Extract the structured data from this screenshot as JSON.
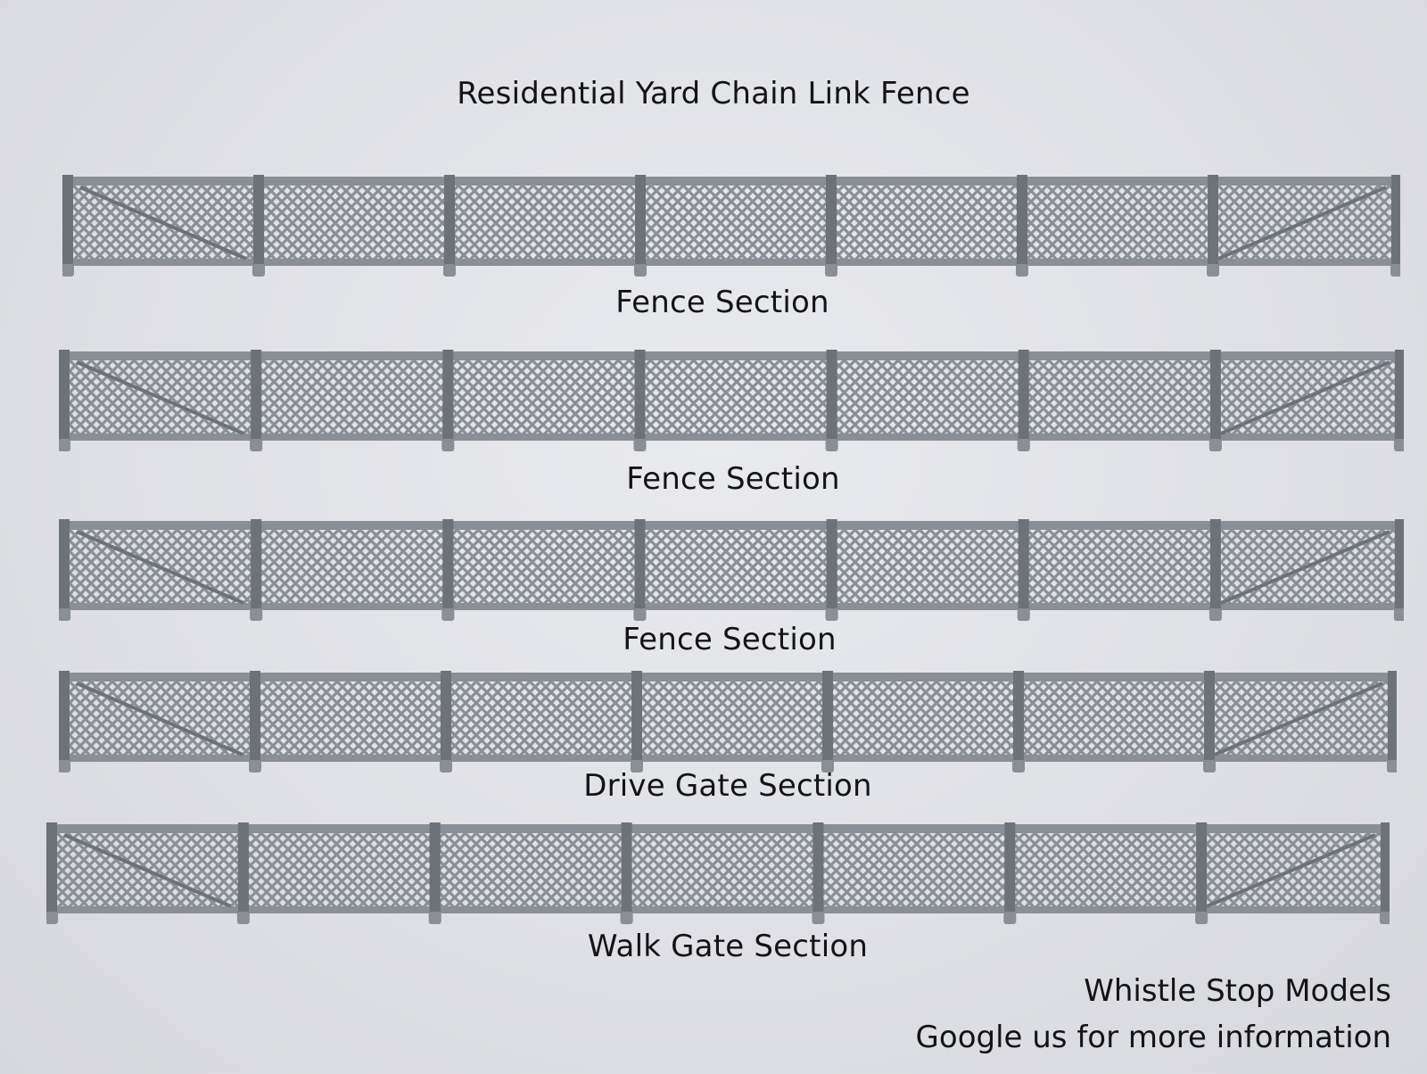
{
  "title": "Residential Yard Chain Link Fence",
  "sections": [
    {
      "label": "Fence Section"
    },
    {
      "label": "Fence Section"
    },
    {
      "label": "Fence Section"
    },
    {
      "label": "Drive Gate Section"
    },
    {
      "label": "Walk Gate Section"
    }
  ],
  "footer": {
    "brand": "Whistle Stop Models",
    "tagline": "Google us for more information"
  },
  "colors": {
    "background": "#e2e3e8",
    "fence": "#8a8f96",
    "fence_dark": "#6d7279",
    "text": "#141414"
  }
}
